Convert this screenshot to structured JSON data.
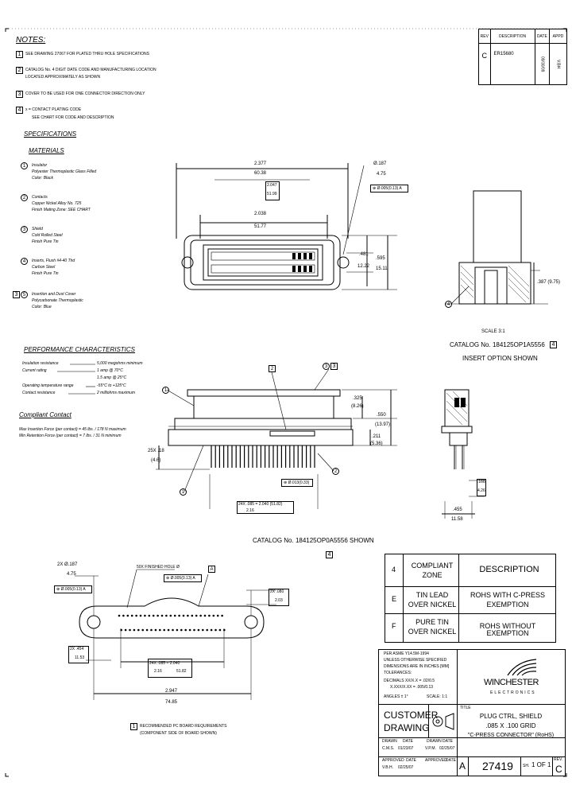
{
  "revision_block": {
    "headers": {
      "rev": "REV",
      "description": "DESCRIPTION",
      "date": "DATE",
      "approved": "APPD"
    },
    "rev": "C",
    "description": "ER15680",
    "date": "09/30/09",
    "approved": "V.BH"
  },
  "notes": {
    "title": "NOTES:",
    "items": [
      {
        "num": "1",
        "line1": "SEE DRAWING 27067 FOR PLATED THRU HOLE SPECIFICATIONS",
        "line2": ""
      },
      {
        "num": "2",
        "line1": "CATALOG No. 4 DIGIT DATE CODE AND MANUFACTURING LOCATION",
        "line2": "LOCATED APPROXIMATELY AS SHOWN"
      },
      {
        "num": "3",
        "line1": "COVER TO BE USED FOR ONE CONNECTOR DIRECTION ONLY",
        "line2": ""
      },
      {
        "num": "4",
        "line1": "x = CONTACT PLATING CODE",
        "line2": "SEE CHART FOR CODE AND DESCRIPTION"
      }
    ]
  },
  "specifications": {
    "title": "SPECIFICATIONS",
    "materials_title": "MATERIALS",
    "materials": [
      {
        "num": "1",
        "name": "Insulator",
        "line1": "Polyester Thermoplastic Glass Filled",
        "line2": "Color: Black"
      },
      {
        "num": "2",
        "name": "Contacts",
        "line1": "Copper Nickel Alloy No. 725",
        "line2": "Finish Mating Zone: SEE CHART"
      },
      {
        "num": "3",
        "name": "Shield",
        "line1": "Cold Rolled Steel",
        "line2": "Finish Pure Tin"
      },
      {
        "num": "4",
        "name": "Inserts, Flush #4-40 Thd",
        "line1": "Carbon Steel",
        "line2": "Finish Pure Tin"
      },
      {
        "num": "5",
        "note": "3",
        "name": "Insertion and Dust Cover",
        "line1": "Polycarbonate Thermoplastic",
        "line2": "Color: Blue"
      }
    ]
  },
  "performance": {
    "title": "PERFORMANCE CHARACTERISTICS",
    "rows": [
      {
        "label": "Insulation resistance",
        "value": "5,000 megohms minimum"
      },
      {
        "label": "Current rating",
        "value": "1 amp @ 70°C"
      },
      {
        "label": "",
        "value": "1.5 amp @ 25°C"
      },
      {
        "label": "Operating temperature range",
        "value": "-55°C to +125°C"
      },
      {
        "label": "Contact resistance",
        "value": "2 milliohms maximum"
      }
    ],
    "compliant_title": "Compliant Contact",
    "compliant_rows": [
      "Max Insertion Force (per contact) = 45 lbs. / 178 N maximum",
      "Min Retention Force (per contact) = 7 lbs. / 31 N minimum"
    ]
  },
  "top_view": {
    "dim_overall_in": "2.377",
    "dim_overall_mm": "60.38",
    "dim_mid_in": "2.047",
    "dim_mid_mm": "51.99",
    "dim_inner_in": "2.038",
    "dim_inner_mm": "51.77",
    "dim_hole_in": "Ø.187",
    "dim_hole_mm": "4.75",
    "dim_h1_in": ".481",
    "dim_h1_mm": "12.22",
    "dim_h2_in": ".595",
    "dim_h2_mm": "15.11",
    "tolerance_frame": "⊕ Ø.005(0.13) A"
  },
  "insert_view": {
    "dim": ".387 (9.75)",
    "balloon": "4",
    "scale": "SCALE 3:1",
    "caption1": "CATALOG No. 184125OP1A5556",
    "caption_note": "4",
    "caption2": "INSERT OPTION SHOWN"
  },
  "side_view": {
    "balloons": [
      "1",
      "2",
      "3",
      "4"
    ],
    "note_box": "2",
    "dim_325_in": ".325",
    "dim_325_mm": "(8.26)",
    "dim_550_in": ".550",
    "dim_550_mm": "(13.97)",
    "dim_211_in": ".211",
    "dim_211_mm": "(5.36)",
    "dim_25x_in": "25X .18",
    "dim_25x_mm": "(4.6)",
    "tol_frame": "⊕ Ø.013(0.33)",
    "pitch_in": "24X .085 = 2.040 (51.82)",
    "pitch_mm": "2.16",
    "caption": "CATALOG No. 184125OP0A5556 SHOWN",
    "caption_note": "4"
  },
  "end_view": {
    "dim_168_in": ".168",
    "dim_168_mm": "4.26",
    "dim_455_in": ".455",
    "dim_455_mm": "11.58"
  },
  "pcb_view": {
    "hole_in": "2X Ø.187",
    "hole_mm": "4.75",
    "tol1": "⊕ Ø.005(0.13) A",
    "label_holes": "50X FINISHED HOLE Ø",
    "tol2": "⊕ Ø.005(0.13) A",
    "datum": "A",
    "dim_right_in": "2X .080",
    "dim_right_mm": "2.03",
    "dim_left_in": "2X .454",
    "dim_left_mm": "11.53",
    "pitch_in": "24X .085 = 2.040",
    "pitch_mm": "2.16",
    "pitch_mm2": "51.82",
    "overall_in": "2.947",
    "overall_mm": "74.85",
    "caption_note": "1",
    "caption1": "RECOMMENDED PC BOARD REQUIREMENTS",
    "caption2": "(COMPONENT SIDE OF BOARD SHOWN)"
  },
  "plating_chart": {
    "headers": [
      "4",
      "COMPLIANT ZONE",
      "DESCRIPTION"
    ],
    "rows": [
      {
        "code": "E",
        "zone": "TIN LEAD OVER NICKEL",
        "description": "ROHS WITH C-PRESS EXEMPTION"
      },
      {
        "code": "F",
        "zone": "PURE TIN OVER NICKEL",
        "description": "ROHS WITHOUT EXEMPTION"
      }
    ]
  },
  "title_block": {
    "std_lines": [
      "PER ASME Y14.5M-1994",
      "UNLESS OTHERWISE SPECIFIED",
      "DIMENSIONS ARE IN INCHES [MM]",
      "TOLERANCES:"
    ],
    "tol_lines": [
      "DECIMALS XX/X.X = .02/0.5",
      "X.XXX/X.XX = .005/0.13"
    ],
    "angles": "ANGLES ± 1°",
    "scale": "SCALE: 1:1",
    "company": "WINCHESTER",
    "company_sub": "ELECTRONICS",
    "customer_drawing": "CUSTOMER DRAWING",
    "title_label": "TITLE",
    "title_lines": [
      "PLUG CTRL, SHIELD",
      ".085 X .100 GRID",
      "\"C-PRESS CONNECTOR\" (RoHS)"
    ],
    "drawn_label": "DRAWN",
    "date_label": "DATE",
    "approved_label": "APPROVED",
    "drawn_by": "C.M.S.",
    "drawn_date": "01/23/07",
    "checked_by": "V.P.M.",
    "checked_date": "02/25/07",
    "approved_by": "V.B.H.",
    "approved_date": "02/25/07",
    "size": "A",
    "drawing_no": "27419",
    "sheet_label": "SH.",
    "sheet": "1 OF 1",
    "rev_label": "REV.",
    "rev": "C"
  }
}
